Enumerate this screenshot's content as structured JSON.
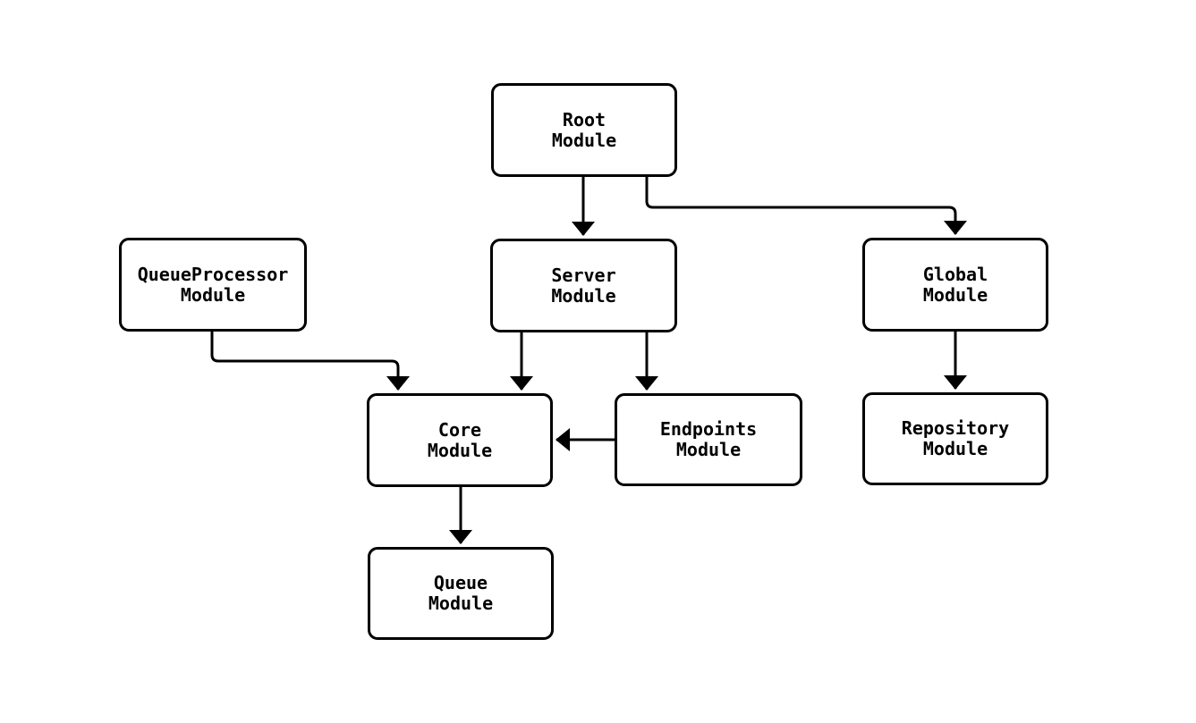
{
  "diagram": {
    "type": "flowchart",
    "direction": "top-down",
    "background_color": "#ffffff",
    "node_fill_color": "#ffffff",
    "node_border_color": "#000000",
    "edge_color": "#000000",
    "text_color": "#000000",
    "nodes": [
      {
        "id": "root",
        "label": "Root\nModule"
      },
      {
        "id": "server",
        "label": "Server\nModule"
      },
      {
        "id": "global",
        "label": "Global\nModule"
      },
      {
        "id": "queueprocessor",
        "label": "QueueProcessor\nModule"
      },
      {
        "id": "core",
        "label": "Core\nModule"
      },
      {
        "id": "endpoints",
        "label": "Endpoints\nModule"
      },
      {
        "id": "repository",
        "label": "Repository\nModule"
      },
      {
        "id": "queue",
        "label": "Queue\nModule"
      }
    ],
    "edges": [
      {
        "from": "root",
        "to": "server",
        "style": "arrow"
      },
      {
        "from": "root",
        "to": "global",
        "style": "arrow"
      },
      {
        "from": "queueprocessor",
        "to": "core",
        "style": "arrow"
      },
      {
        "from": "server",
        "to": "core",
        "style": "arrow"
      },
      {
        "from": "server",
        "to": "endpoints",
        "style": "arrow"
      },
      {
        "from": "endpoints",
        "to": "core",
        "style": "arrow"
      },
      {
        "from": "global",
        "to": "repository",
        "style": "arrow"
      },
      {
        "from": "core",
        "to": "queue",
        "style": "arrow"
      }
    ]
  }
}
